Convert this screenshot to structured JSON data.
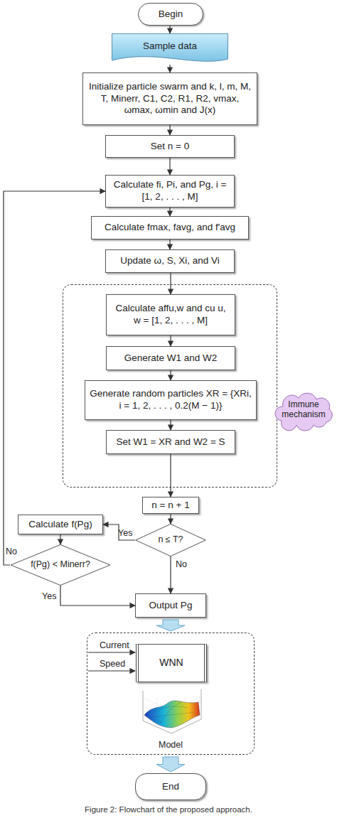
{
  "diagram": {
    "caption": "Figure 2: Flowchart of the proposed approach.",
    "nodes": [
      {
        "text": [
          "Begin"
        ]
      },
      {
        "text": [
          "Sample data"
        ]
      },
      {
        "text": [
          "Initialize particle swarm and k, l, m, M, T, Minerr, C1, C2, R1, R2, vmax, ωmax, ωmin and J(x)"
        ]
      },
      {
        "text": [
          "Set n = 0"
        ]
      },
      {
        "text": [
          "Calculate fi, Pi, and Pg, i = [1, 2, . . . , M]"
        ]
      },
      {
        "text": [
          "Calculate fmax, favg, and f′avg"
        ]
      },
      {
        "text": [
          "Update ω, S, Xi, and Vi"
        ]
      },
      {
        "text": [
          "Immune mechanism"
        ]
      },
      {
        "text": [
          "Calculate affu,w and cu u, w = [1, 2, . . . , M]"
        ],
        "in": 7
      },
      {
        "text": [
          "Generate W1 and W2"
        ],
        "in": 7
      },
      {
        "text": [
          "Generate random particles XR = {XRi, i = 1, 2, . . . , 0.2(M − 1)}"
        ],
        "in": 7
      },
      {
        "text": [
          "Set W1 = XR and W2 = S"
        ],
        "in": 7
      },
      {
        "text": [
          "n = n + 1"
        ]
      },
      {
        "text": [
          "n ≤ T?"
        ]
      },
      {
        "text": [
          "Calculate f(Pg)"
        ]
      },
      {
        "text": [
          "f(Pg) < Minerr?"
        ]
      },
      {
        "text": [
          "Output Pg"
        ]
      },
      {
        "text": [
          "Model"
        ]
      },
      {
        "text": [
          "WNN"
        ],
        "in": 17
      },
      {
        "text": [
          "End"
        ]
      }
    ],
    "edges": [
      {
        "from": 0,
        "to": 1,
        "arrow": "to"
      },
      {
        "from": 1,
        "to": 2,
        "arrow": "to"
      },
      {
        "from": 2,
        "to": 3,
        "arrow": "to"
      },
      {
        "from": 3,
        "to": 4,
        "arrow": "to"
      },
      {
        "from": 4,
        "to": 5,
        "arrow": "to"
      },
      {
        "from": 5,
        "to": 6,
        "arrow": "to"
      },
      {
        "from": 6,
        "to": 8,
        "arrow": "to"
      },
      {
        "from": 8,
        "to": 9,
        "arrow": "to"
      },
      {
        "from": 9,
        "to": 10,
        "arrow": "to"
      },
      {
        "from": 10,
        "to": 11,
        "arrow": "to"
      },
      {
        "from": 11,
        "to": 12,
        "arrow": "to"
      },
      {
        "from": 12,
        "to": 13,
        "arrow": "to"
      },
      {
        "from": 13,
        "to": 14,
        "label": "Yes",
        "arrow": "to"
      },
      {
        "from": 14,
        "to": 15,
        "arrow": "to"
      },
      {
        "from": 15,
        "to": 4,
        "label": "No",
        "arrow": "to"
      },
      {
        "from": 15,
        "to": 16,
        "label": "Yes",
        "arrow": "to"
      },
      {
        "from": 13,
        "to": 16,
        "label": "No",
        "arrow": "to"
      },
      {
        "from": 16,
        "to": 17,
        "arrow": "to"
      },
      {
        "from": 17,
        "to": 19,
        "arrow": "to"
      }
    ],
    "labels": [
      "Current",
      "Speed"
    ]
  }
}
